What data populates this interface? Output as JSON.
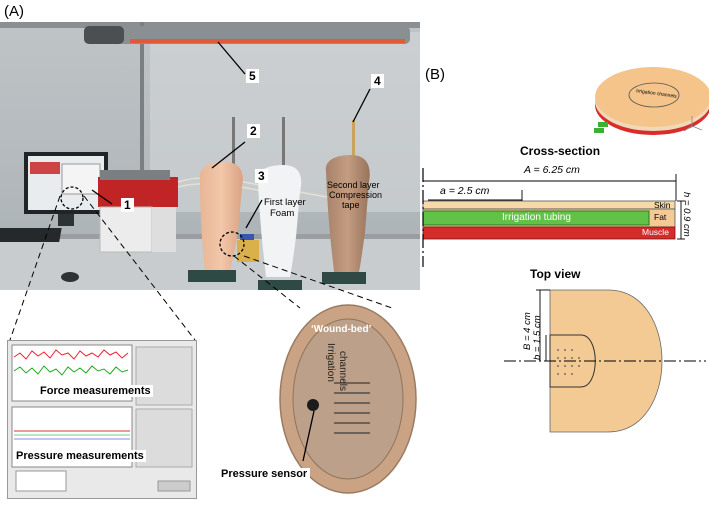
{
  "panel_a": {
    "label": "(A)",
    "callouts": [
      "1",
      "2",
      "3",
      "4",
      "5"
    ],
    "limb_labels": {
      "first_layer_1": "First layer",
      "first_layer_2": "Foam",
      "second_layer_1": "Second layer",
      "second_layer_2": "Compression",
      "second_layer_3": "tape"
    },
    "inset_screen": {
      "force_title": "Force measurements",
      "pressure_title": "Pressure measurements"
    },
    "inset_wound": {
      "wound_bed": "‘Wound-bed’",
      "irrigation_1": "Irrigation",
      "irrigation_2": "channels",
      "pressure_sensor": "Pressure sensor"
    }
  },
  "panel_b": {
    "label": "(B)",
    "model_label": "Irrigation channels",
    "cross_section": {
      "title": "Cross-section",
      "A": "A = 6.25 cm",
      "a": "a = 2.5 cm",
      "h": "h = 0.9 cm",
      "skin": "Skin",
      "fat": "Fat",
      "tubing": "Irrigation tubing",
      "muscle": "Muscle"
    },
    "top_view": {
      "title": "Top view",
      "B": "B = 4 cm",
      "b": "b = 1.5 cm"
    },
    "colors": {
      "skin": "#f5d9a8",
      "fat": "#f3c994",
      "tubing": "#62c147",
      "muscle": "#d42b2b"
    }
  }
}
